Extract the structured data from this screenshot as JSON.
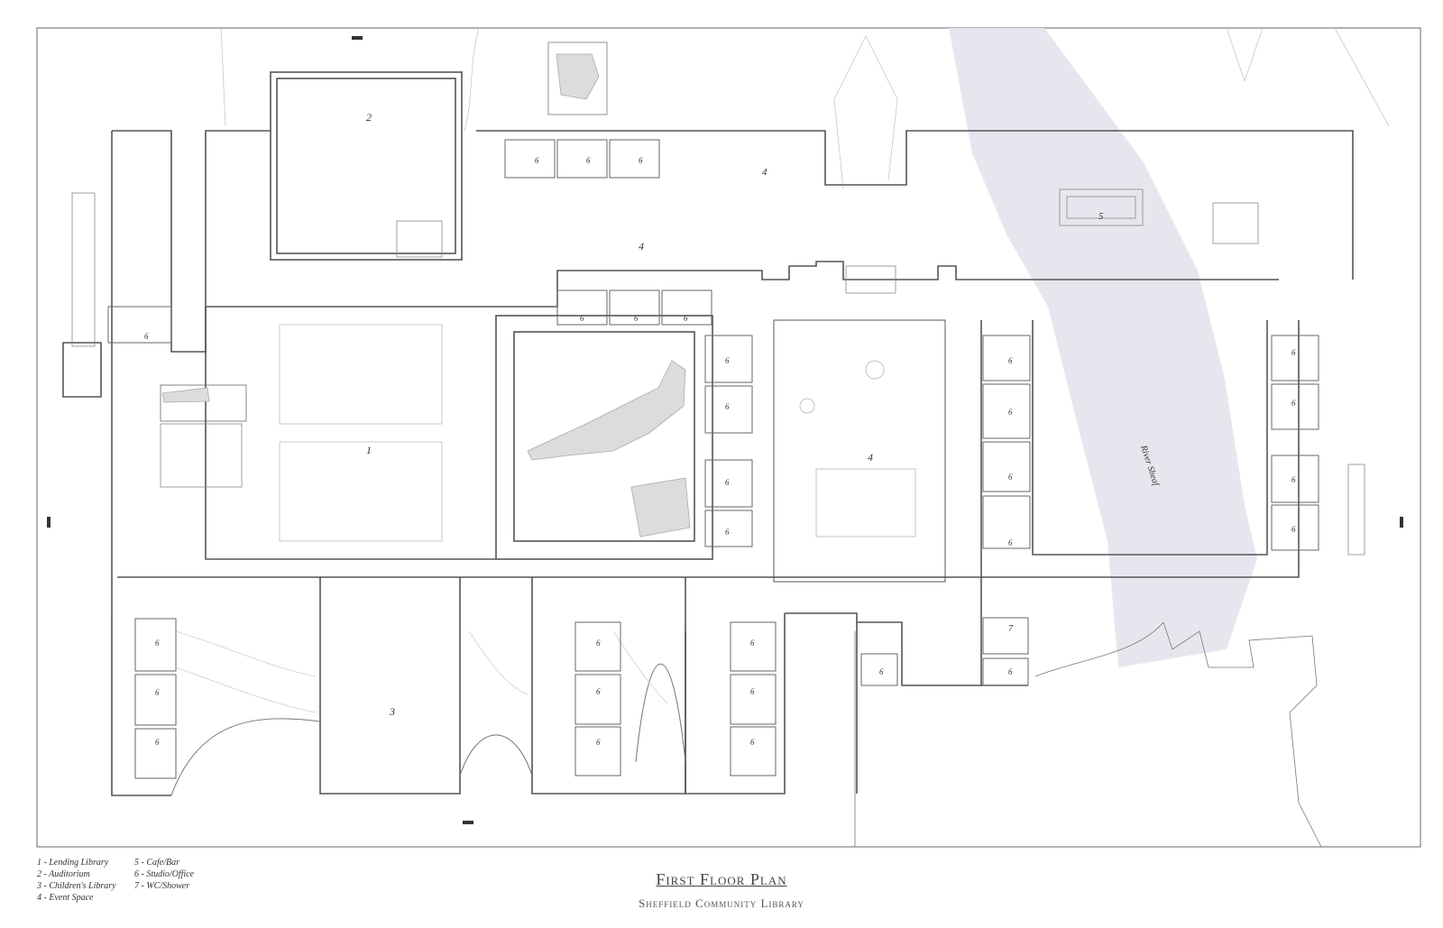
{
  "colors": {
    "river": "#e6e7ee",
    "wall": "#555555",
    "fill": "#f0f0f0",
    "texture": "#d9d9d9"
  },
  "labels": {
    "auditorium": "2",
    "lending_library": "1",
    "childrens_library": "3",
    "event_space_north": "4",
    "event_space_central": "4",
    "event_space_east_studio": "4",
    "cafe_bar": "5",
    "wc_shower": "7",
    "studio": "6",
    "river": "River Sheaf"
  },
  "legend": [
    "1 - Lending Library",
    "2 - Auditorium",
    "3 - Children's Library",
    "4 - Event Space",
    "5 - Cafe/Bar",
    "6 - Studio/Office",
    "7 - WC/Shower"
  ],
  "title": "First Floor Plan",
  "subtitle": "Sheffield Community Library"
}
